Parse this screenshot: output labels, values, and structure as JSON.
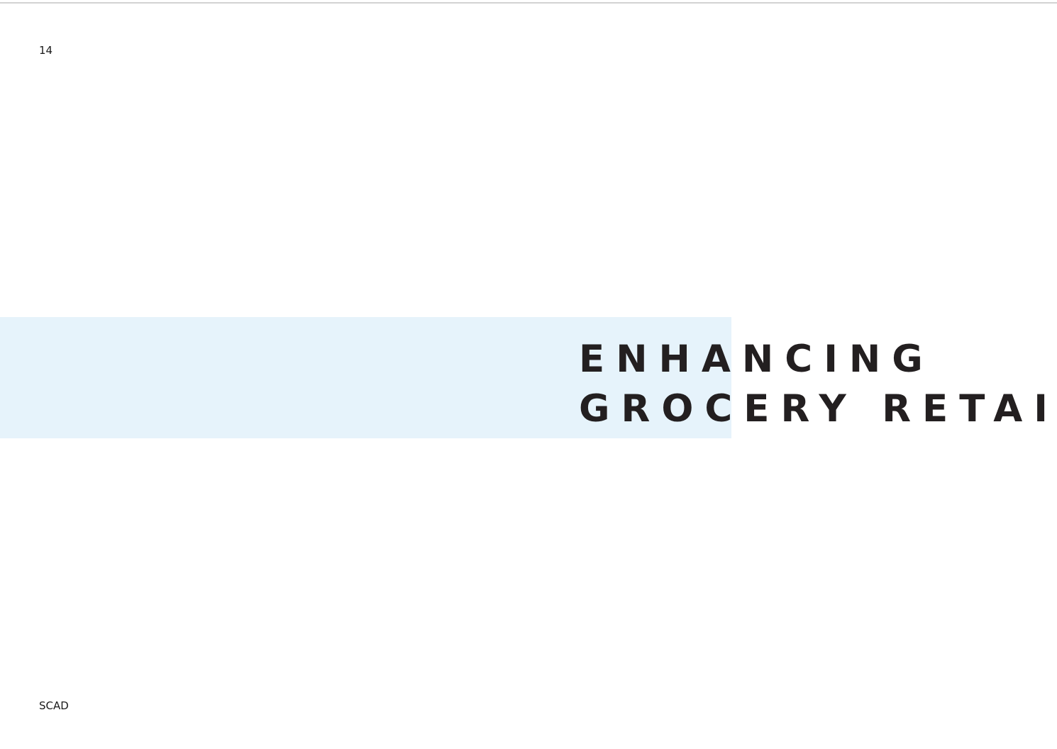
{
  "page": {
    "number": "14",
    "footer": "SCAD"
  },
  "title": {
    "line1": "ENHANCING",
    "line2": "GROCERY RETAIL"
  },
  "colors": {
    "accent_band": "#e6f3fb",
    "title_text": "#231f20",
    "body_text": "#1a1a1a",
    "background": "#ffffff"
  }
}
